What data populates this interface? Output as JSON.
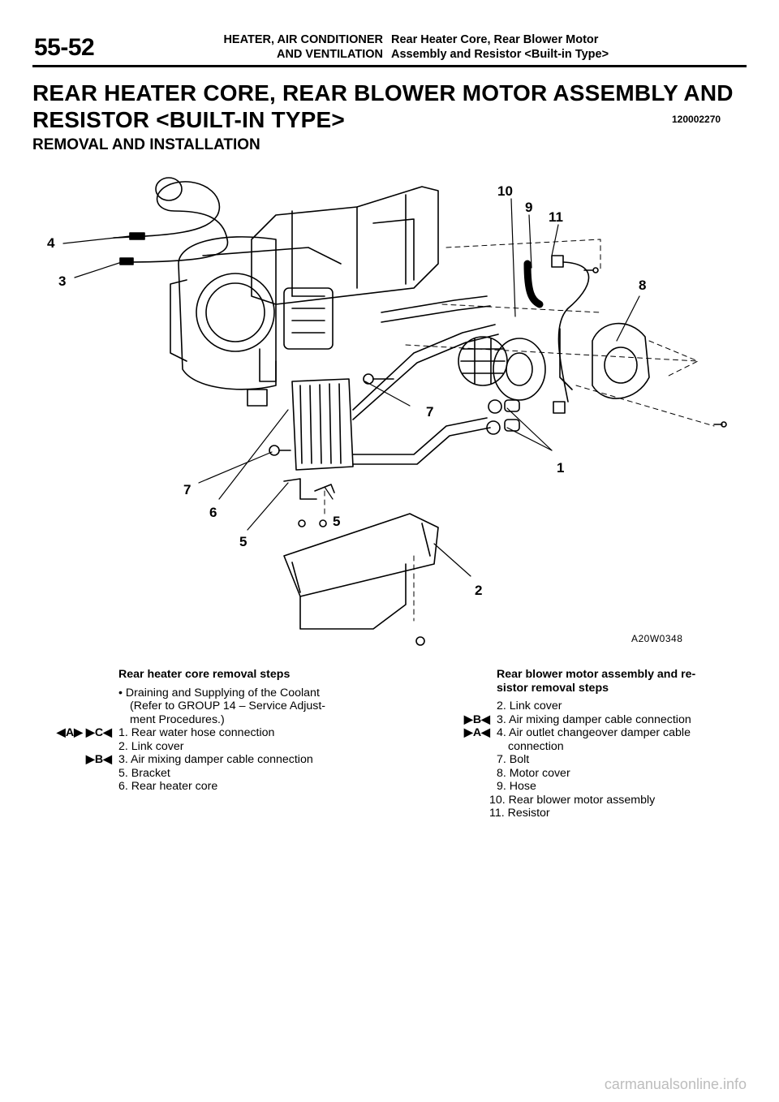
{
  "header": {
    "page_number": "55-52",
    "group_line1": "HEATER, AIR CONDITIONER",
    "group_line2": "AND VENTILATION",
    "topic_line1": "Rear Heater Core, Rear Blower Motor",
    "topic_line2": "Assembly and Resistor <Built-in Type>"
  },
  "title": {
    "line1": "REAR HEATER CORE, REAR BLOWER MOTOR ASSEMBLY AND",
    "line2": "RESISTOR <BUILT-IN TYPE>",
    "code": "120002270"
  },
  "section_heading": "REMOVAL AND INSTALLATION",
  "figure": {
    "code": "A20W0348",
    "callouts": [
      "1",
      "2",
      "3",
      "4",
      "5",
      "5",
      "6",
      "7",
      "7",
      "8",
      "9",
      "10",
      "11"
    ]
  },
  "left_steps": {
    "heading": "Rear heater core removal steps",
    "items": [
      {
        "mark": "",
        "lines": [
          "• Draining and Supplying of the Coolant",
          "  (Refer to GROUP 14 – Service Adjust-",
          "  ment Procedures.)"
        ]
      },
      {
        "mark": "◀A▶ ▶C◀",
        "lines": [
          "1. Rear water hose connection"
        ]
      },
      {
        "mark": "",
        "lines": [
          "2. Link cover"
        ]
      },
      {
        "mark": "▶B◀",
        "lines": [
          "3. Air mixing damper cable connection"
        ]
      },
      {
        "mark": "",
        "lines": [
          "5. Bracket"
        ]
      },
      {
        "mark": "",
        "lines": [
          "6. Rear heater core"
        ]
      }
    ]
  },
  "right_steps": {
    "heading_line1": "Rear blower motor assembly and re-",
    "heading_line2": "sistor removal steps",
    "items": [
      {
        "mark": "",
        "lines": [
          "2. Link cover"
        ]
      },
      {
        "mark": "▶B◀",
        "lines": [
          "3. Air mixing damper cable connection"
        ]
      },
      {
        "mark": "▶A◀",
        "lines": [
          "4. Air outlet changeover damper cable",
          "   connection"
        ]
      },
      {
        "mark": "",
        "lines": [
          "7. Bolt"
        ]
      },
      {
        "mark": "",
        "lines": [
          "8. Motor cover"
        ]
      },
      {
        "mark": "",
        "lines": [
          "9. Hose"
        ]
      },
      {
        "mark": "",
        "lines": [
          "10. Rear blower motor assembly"
        ]
      },
      {
        "mark": "",
        "lines": [
          "11. Resistor"
        ]
      }
    ]
  },
  "watermark": "carmanualsonline.info"
}
